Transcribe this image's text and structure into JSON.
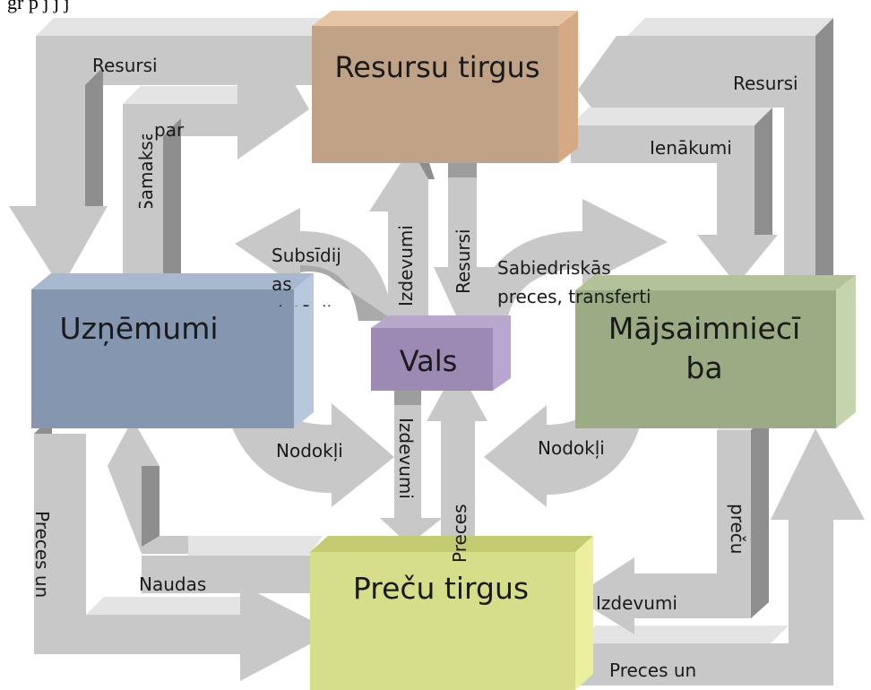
{
  "caption": "gr                                    p j   j                               j",
  "boxes": {
    "resursu_tirgus": "Resursu tirgus",
    "uznemumi": "Uzņēmumi",
    "majsaimnieciba_line1": "Mājsaimniecī",
    "majsaimnieciba_line2": "ba",
    "vals": "Vals",
    "precu_tirgus": "Preču tirgus"
  },
  "labels": {
    "resursi_left": "Resursi",
    "samaksa": "Samaksa",
    "par": "par",
    "resursi_right": "Resursi",
    "ienakumi": "Ienākumi",
    "subsidijas_1": "Subsīdij",
    "subsidijas_2": "as",
    "subsidijas_3": "dotācij",
    "izdevumi_top": "Izdevumi",
    "resursi_mid": "Resursi",
    "sabiedriskas_1": "Sabiedriskās",
    "sabiedriskas_2": "preces, transferti",
    "nodokli_left": "Nodokļi",
    "nodokli_right": "Nodokļi",
    "izdevumi_mid": "Izdevumi",
    "preces_mid": "Preces",
    "preces_un_left": "Preces un",
    "naudas": "Naudas",
    "precu_right": "preču",
    "izdevumi_right": "Izdevumi",
    "preces_un_bottom": "Preces un"
  },
  "colors": {
    "arrow": "#c8c8c8",
    "arrow_dark": "#8e8e8e",
    "arrow_light": "#e4e4e4",
    "resursu_tirgus": "#c0a287",
    "uznemumi": "#8496b0",
    "majsaimnieciba": "#9bab83",
    "vals": "#9c8ab5",
    "precu_tirgus": "#d6de8a"
  }
}
